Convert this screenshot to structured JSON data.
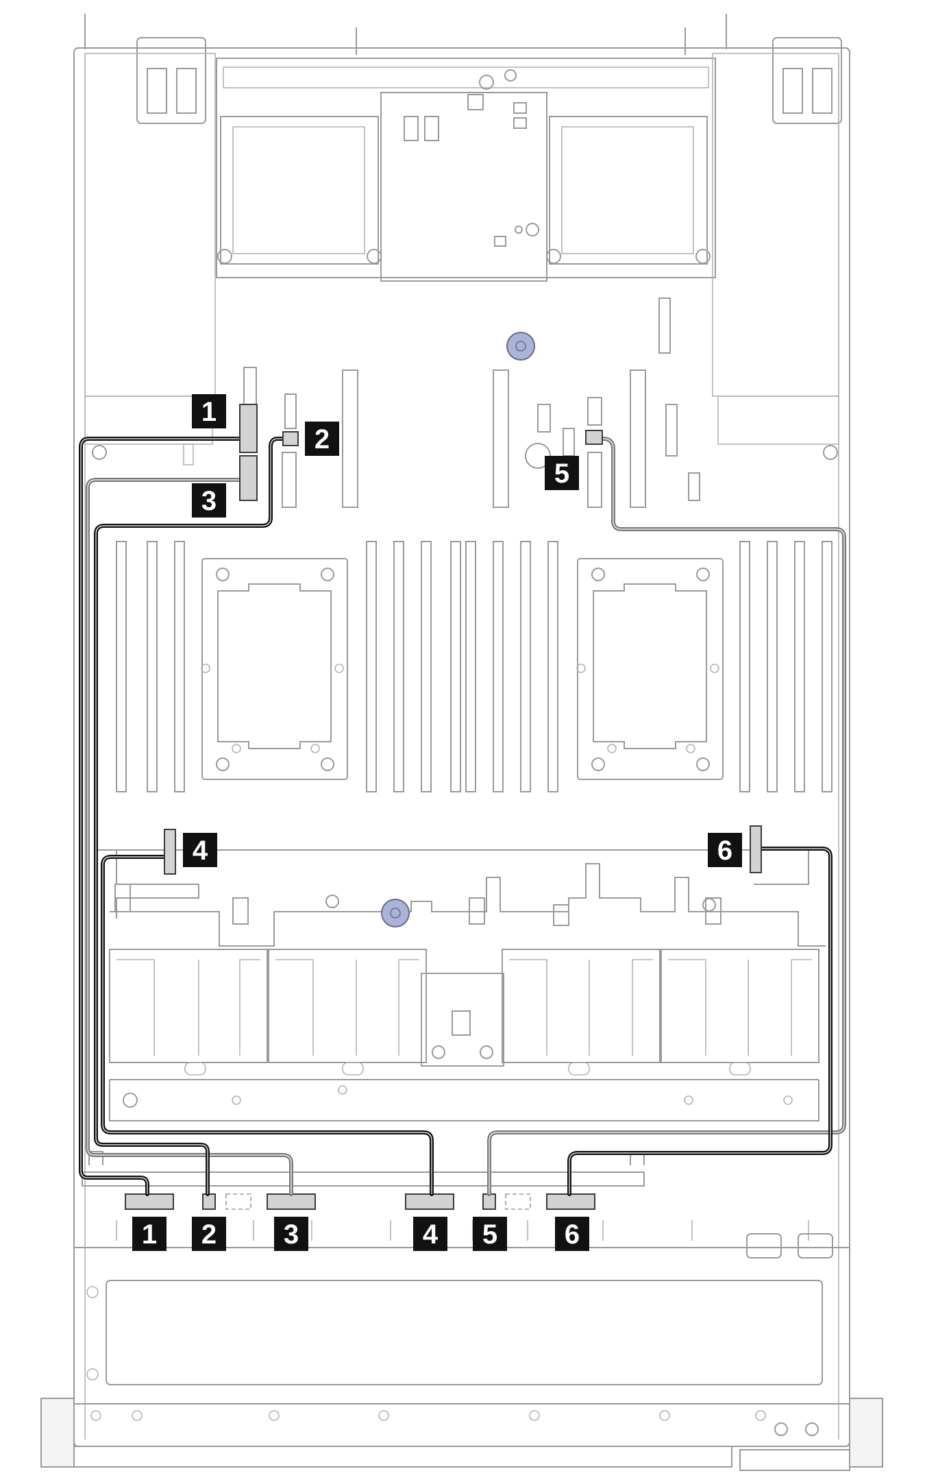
{
  "colors": {
    "cable_black": "#111111",
    "cable_gray": "#7a7a7a",
    "callout_fill": "#111111",
    "callout_text": "#ffffff",
    "screw_accent": "#aab4d8"
  },
  "callouts": {
    "c1_top": "1",
    "c2_top": "2",
    "c3_top": "3",
    "c4_mid": "4",
    "c5_top": "5",
    "c6_mid": "6",
    "c1_bottom": "1",
    "c2_bottom": "2",
    "c3_bottom": "3",
    "c4_bottom": "4",
    "c5_bottom": "5",
    "c6_bottom": "6"
  }
}
